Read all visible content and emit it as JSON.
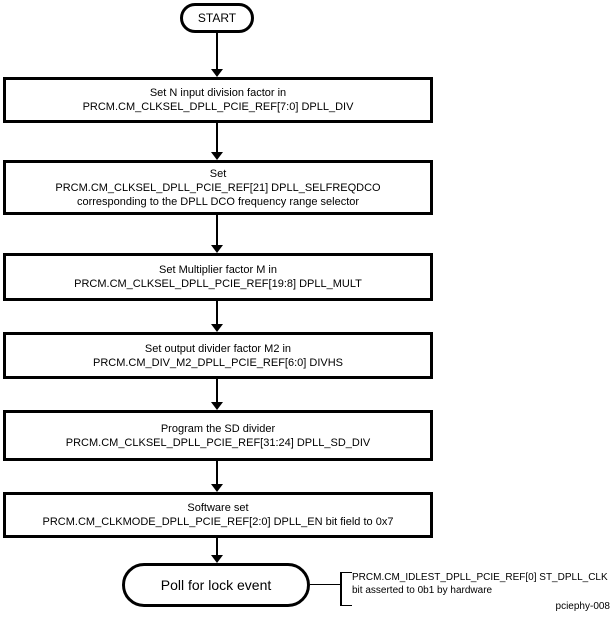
{
  "flowchart": {
    "start_label": "START",
    "steps": [
      {
        "lines": [
          "Set N input division factor in",
          "PRCM.CM_CLKSEL_DPLL_PCIE_REF[7:0] DPLL_DIV"
        ]
      },
      {
        "lines": [
          "Set",
          "PRCM.CM_CLKSEL_DPLL_PCIE_REF[21] DPLL_SELFREQDCO",
          "corresponding to the DPLL DCO frequency range selector"
        ]
      },
      {
        "lines": [
          "Set Multiplier factor M in",
          "PRCM.CM_CLKSEL_DPLL_PCIE_REF[19:8] DPLL_MULT"
        ]
      },
      {
        "lines": [
          "Set output divider factor M2 in",
          "PRCM.CM_DIV_M2_DPLL_PCIE_REF[6:0] DIVHS"
        ]
      },
      {
        "lines": [
          "Program the SD divider",
          "PRCM.CM_CLKSEL_DPLL_PCIE_REF[31:24] DPLL_SD_DIV"
        ]
      },
      {
        "lines": [
          "Software set",
          "PRCM.CM_CLKMODE_DPLL_PCIE_REF[2:0] DPLL_EN bit field to 0x7"
        ]
      }
    ],
    "end_label": "Poll for lock event",
    "annotation": {
      "lines": [
        "PRCM.CM_IDLEST_DPLL_PCIE_REF[0] ST_DPLL_CLK",
        "bit asserted to 0b1 by hardware"
      ]
    },
    "figure_id": "pciephy-008",
    "colors": {
      "line": "#000000",
      "background": "#ffffff"
    }
  }
}
